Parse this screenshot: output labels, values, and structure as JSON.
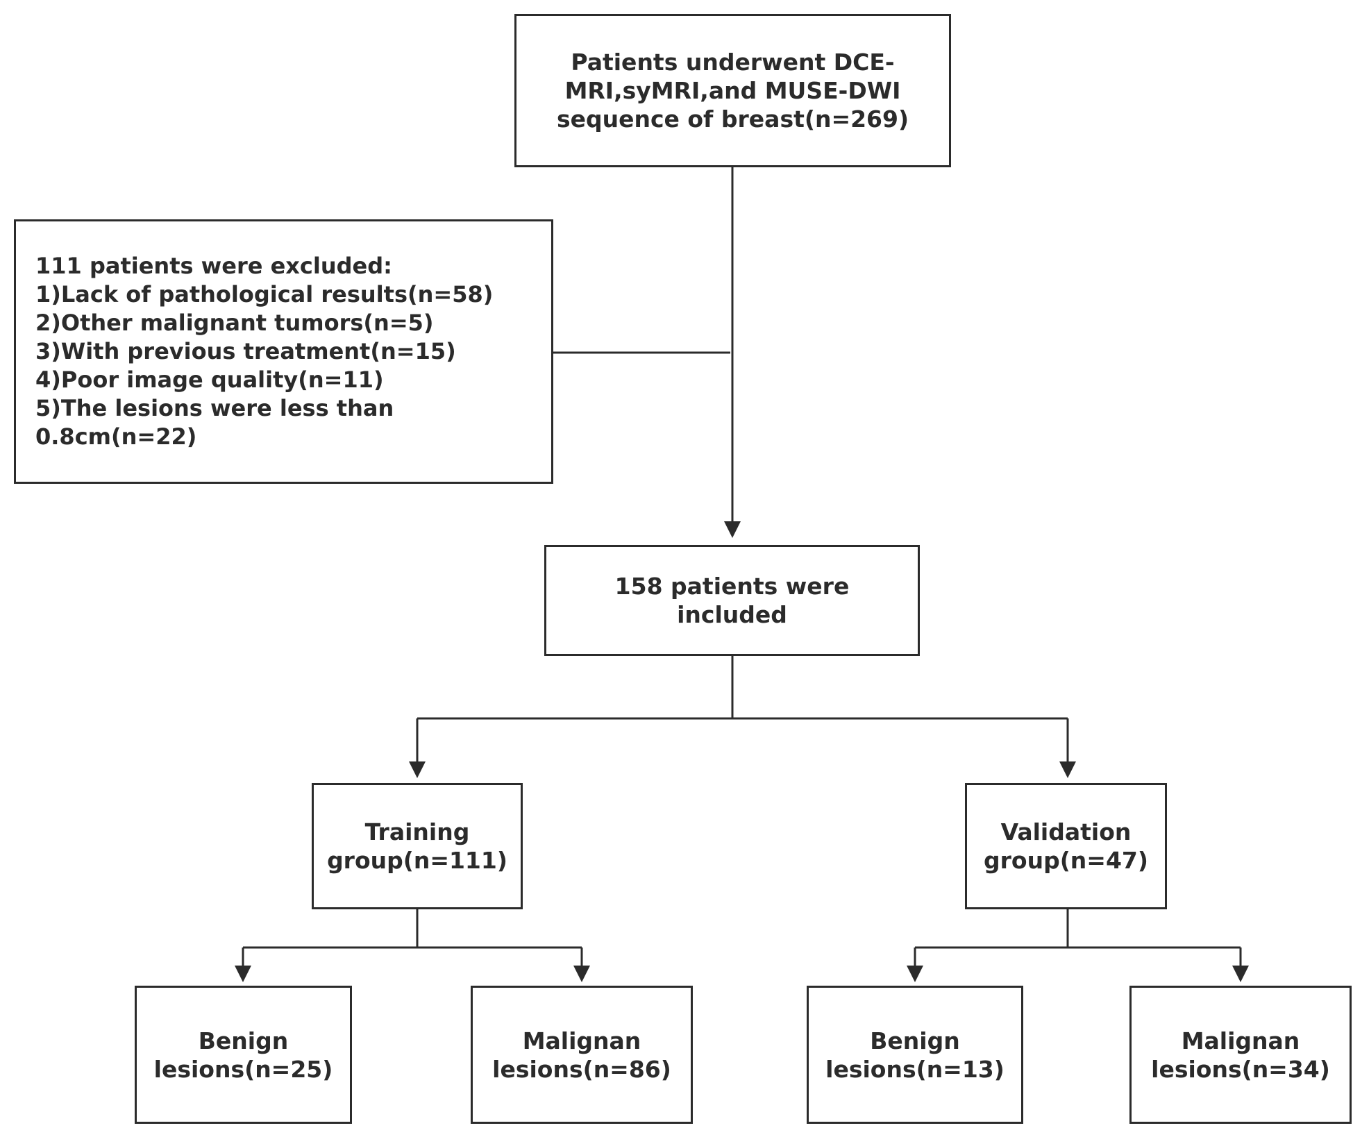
{
  "nodes": {
    "start": {
      "lines": [
        "Patients underwent DCE-",
        "MRI,syMRI,and MUSE-DWI",
        "sequence of breast(n=269)"
      ]
    },
    "exclusion": {
      "lines": [
        "111 patients were excluded:",
        "1)Lack of pathological results(n=58)",
        "2)Other malignant tumors(n=5)",
        "3)With previous treatment(n=15)",
        "4)Poor image quality(n=11)",
        "5)The lesions were less than",
        "0.8cm(n=22)"
      ]
    },
    "included": {
      "lines": [
        "158 patients were",
        "included"
      ]
    },
    "training": {
      "lines": [
        "Training",
        "group(n=111)"
      ]
    },
    "validation": {
      "lines": [
        "Validation",
        "group(n=47)"
      ]
    },
    "training_benign": {
      "lines": [
        "Benign",
        "lesions(n=25)"
      ]
    },
    "training_malignant": {
      "lines": [
        "Malignan",
        "lesions(n=86)"
      ]
    },
    "validation_benign": {
      "lines": [
        "Benign",
        "lesions(n=13)"
      ]
    },
    "validation_malignant": {
      "lines": [
        "Malignan",
        "lesions(n=34)"
      ]
    }
  },
  "colors": {
    "stroke": "#2b2b2b",
    "background": "#ffffff"
  }
}
